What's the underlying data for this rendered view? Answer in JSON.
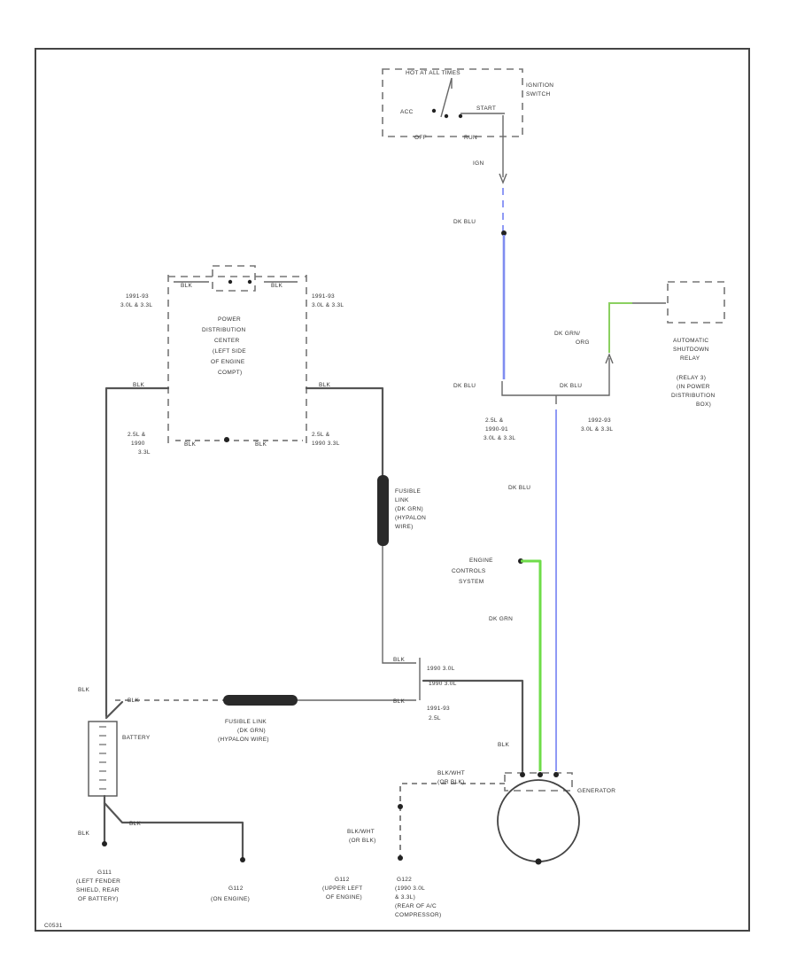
{
  "labels": {
    "hot_at_all_times": "HOT AT ALL TIMES",
    "ignition_switch": [
      "IGNITION",
      "SWITCH"
    ],
    "acc": "ACC",
    "off": "OFF",
    "run": "RUN",
    "start": "START",
    "ign": "IGN",
    "dk_blu_top": "DK BLU",
    "dk_blu_left": "DK BLU",
    "dk_blu_right": "DK BLU",
    "dk_blu_vertical": "DK BLU",
    "dk_grn_org": [
      "DK GRN/",
      "ORG"
    ],
    "asd_relay": [
      "AUTOMATIC",
      "SHUTDOWN",
      "RELAY",
      "(RELAY 3)",
      "(IN POWER",
      "DISTRIBUTION",
      "BOX)"
    ],
    "note_25_left": [
      "2.5L &",
      "1990-91",
      "3.0L & 3.3L"
    ],
    "note_1992_right": [
      "1992-93",
      "3.0L & 3.3L"
    ],
    "pdc_left_top": [
      "1991-93",
      "3.0L & 3.3L"
    ],
    "pdc_right_top": [
      "1991-93",
      "3.0L & 3.3L"
    ],
    "pdc_center": [
      "POWER",
      "DISTRIBUTION",
      "CENTER",
      "(LEFT SIDE",
      "OF ENGINE",
      "COMPT)"
    ],
    "pdc_left_bottom": [
      "2.5L &",
      "1990",
      "3.3L"
    ],
    "pdc_right_bottom": [
      "2.5L &",
      "1990 3.3L"
    ],
    "blk_pdc_left": "BLK",
    "blk_pdc_right": "BLK",
    "blk_pdc_bottom_1": "BLK",
    "blk_pdc_bottom_2": "BLK",
    "fusible_link_vertical": [
      "FUSIBLE",
      "LINK",
      "(DK GRN)",
      "(HYPALON",
      "WIRE)"
    ],
    "engine_controls": [
      "ENGINE",
      "CONTROLS",
      "SYSTEM"
    ],
    "dk_grn": "DK GRN",
    "blk_conn_top": "BLK",
    "conn_top_note": "1990 3.0L",
    "conn_mid_note": "1991-93",
    "conn_mid_note2": "2.5L",
    "conn_blk_note": "1990 3.0L",
    "blk_fusible_right": "BLK",
    "blk_battery_left": "BLK",
    "blk_battery_top": "BLK",
    "fusible_link_horizontal": [
      "FUSIBLE LINK",
      "(DK GRN)",
      "(HYPALON WIRE)"
    ],
    "battery": "BATTERY",
    "blk_gen": "BLK",
    "blk_wht_top": [
      "BLK/WHT",
      "(OR BLK)"
    ],
    "generator": "GENERATOR",
    "blk_battery_bottom": "BLK",
    "blk_battery_ground": "BLK",
    "blk_wht_mid": [
      "BLK/WHT",
      "(OR BLK)"
    ],
    "g111": [
      "G111",
      "(LEFT FENDER",
      "SHIELD, REAR",
      "OF BATTERY)"
    ],
    "g112_engine": [
      "G112",
      "(ON ENGINE)"
    ],
    "g112_upper": [
      "G112",
      "(UPPER LEFT",
      "OF ENGINE)"
    ],
    "g112_rear": [
      "G122",
      "(1990 3.0L",
      "& 3.3L)",
      "(REAR OF A/C",
      "COMPRESSOR)"
    ],
    "figure_id": "C0531"
  },
  "colors": {
    "blue_wire": "#7f8cf0",
    "green_wire": "#6fdc4a",
    "black_wire": "#555555"
  }
}
